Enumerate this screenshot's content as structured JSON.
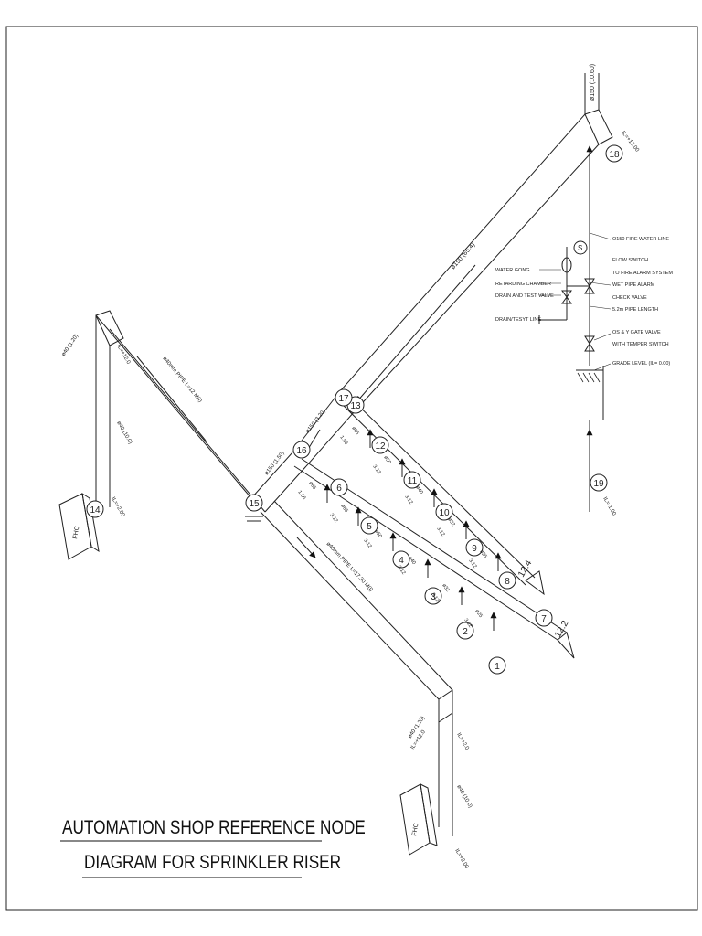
{
  "title": {
    "line1": "AUTOMATION SHOP REFERENCE NODE",
    "line2": "DIAGRAM FOR SPRINKLER RISER"
  },
  "riser_labels": {
    "fire_water_line": "O150 FIRE WATER LINE",
    "flow_switch": "FLOW SWITCH",
    "to_fire_alarm": "TO FIRE ALARM SYSTEM",
    "wet_pipe_alarm": "WET PIPE ALARM",
    "check_valve": "CHECK VALVE",
    "pipe_length": "5.2m PIPE LENGTH",
    "gate_valve": "OS & Y GATE VALVE",
    "tamper_switch": "WITH TEMPER SWITCH",
    "grade_level": "GRADE LEVEL (IL= 0.00)",
    "water_gong": "WATER GONG",
    "retarding_chamber": "RETARDING CHAMBER",
    "drain_test_valve": "DRAIN AND TEST VALVE",
    "drain_test_line": "DRAIN/TESYT LINE",
    "flow_switch_symbol": "S"
  },
  "pipe_labels": {
    "top_riser": "ø150 (10.60)",
    "top_il": "IL=+12.00",
    "main_diag": "ø150 (65.4)",
    "dia_150_a": "ø150 (3.20)",
    "dia_150_b": "ø150 (1.50)",
    "left_top": "ø40 (1.20)",
    "left_il_top": "IL=+12.0",
    "left_riser": "ø40 (10.0)",
    "left_il_bottom": "IL=+2.00",
    "pipe_upper": "ø40mm PIPE L=12 M(I)",
    "pipe_lower": "ø40mm PIPE L=17.30 M(I)",
    "bottom_top": "ø40 (1.20)",
    "bottom_il_top": "IL=+12.0",
    "bottom_il_2": "IL=+2.0",
    "bottom_riser": "ø40 (10.0)",
    "bottom_il_bottom": "IL=+2.00",
    "riser_il_bottom": "IL=-1.00",
    "fhc": "FHC",
    "elev_124": "12.4",
    "elev_122": "12.2"
  },
  "nodes": [
    "1",
    "2",
    "3",
    "4",
    "5",
    "6",
    "7",
    "8",
    "9",
    "10",
    "11",
    "12",
    "13",
    "14",
    "15",
    "16",
    "17",
    "18",
    "19"
  ],
  "branch_sizes": {
    "b65": "ø65",
    "b50": "ø50",
    "b40": "ø40",
    "b32": "ø32",
    "b25": "ø25"
  },
  "branch_lengths": {
    "l156": "1.56",
    "l312": "3.12"
  }
}
